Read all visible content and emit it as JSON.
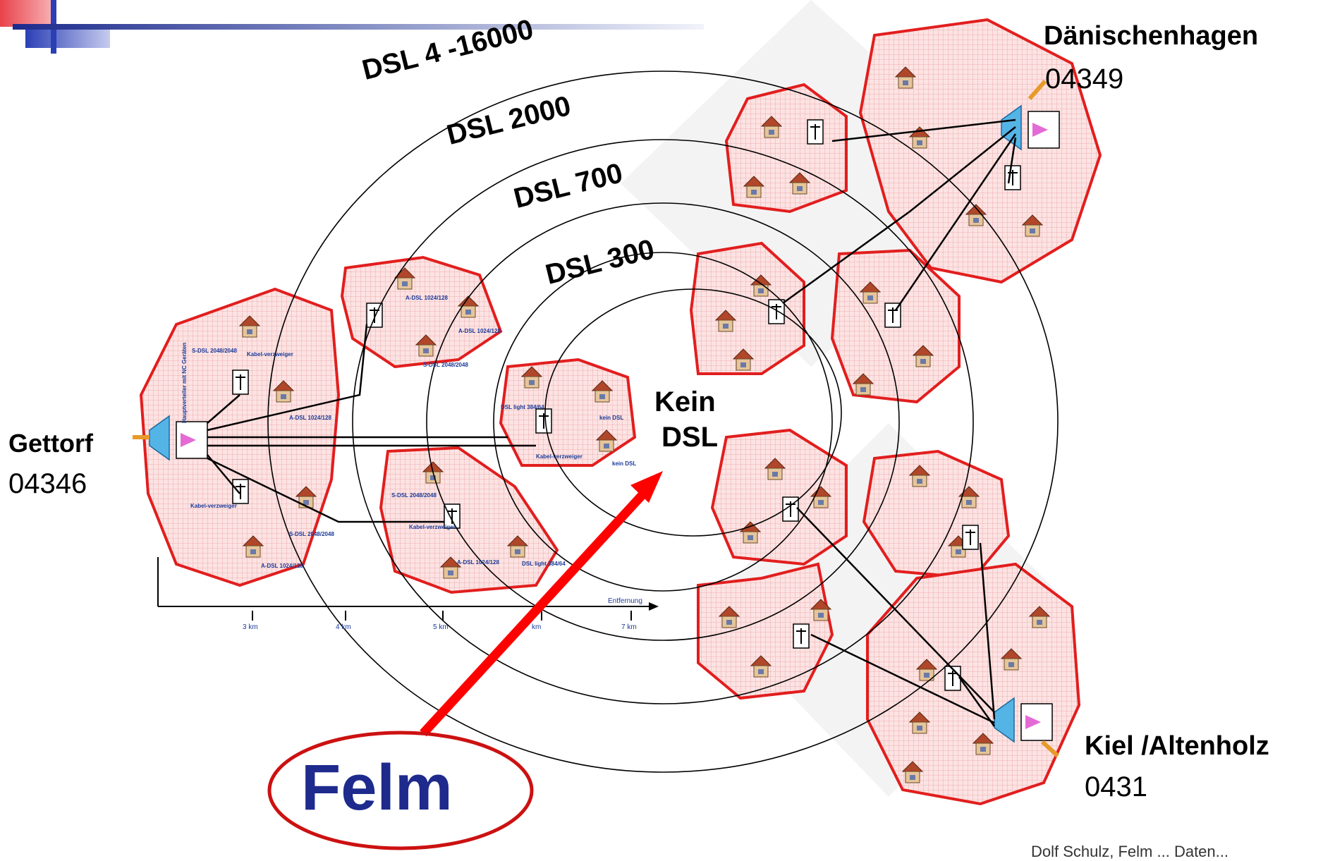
{
  "cities": {
    "gettorf": {
      "name": "Gettorf",
      "code": "04346"
    },
    "daenischenhagen": {
      "name": "Dänischenhagen",
      "code": "04349"
    },
    "kiel": {
      "name": "Kiel /Altenholz",
      "code": "0431"
    }
  },
  "rings": [
    {
      "label": "DSL 4 -16000"
    },
    {
      "label": "DSL 2000"
    },
    {
      "label": "DSL 700"
    },
    {
      "label": "DSL 300"
    }
  ],
  "center_label": {
    "line1": "Kein",
    "line2": "DSL"
  },
  "callout": {
    "label": "Felm",
    "arrow_color": "#ff0000",
    "ellipse_color": "#cc1111",
    "text_color": "#1e2a8c"
  },
  "axis": {
    "title": "Entfernung",
    "ticks": [
      "3 km",
      "4 km",
      "5 km",
      "km",
      "7 km"
    ]
  },
  "main_distributor": {
    "label_line1": "Hauptverteiler",
    "label_line2": "mit NC Geräten"
  },
  "node_labels": {
    "cabinet": "Kabel-verzweiger",
    "sdsl": "S-DSL 2048/2048",
    "adsl": "A-DSL 1024/128",
    "adsl_small": "A-DSL 1024/128",
    "sdsl_small": "S-DSL 2048/2048",
    "dsl_light": "DSL light 384/64",
    "kein_dsl": "kein DSL"
  },
  "footer_fragment": "Dolf Schulz, Felm ... Daten...",
  "colors": {
    "cluster_fill": "#fbd5d5",
    "cluster_stroke": "#e21e1e",
    "ring_stroke": "#000000",
    "corner_accent_red": "#e8424a",
    "corner_accent_blue": "#2b3fb5"
  }
}
